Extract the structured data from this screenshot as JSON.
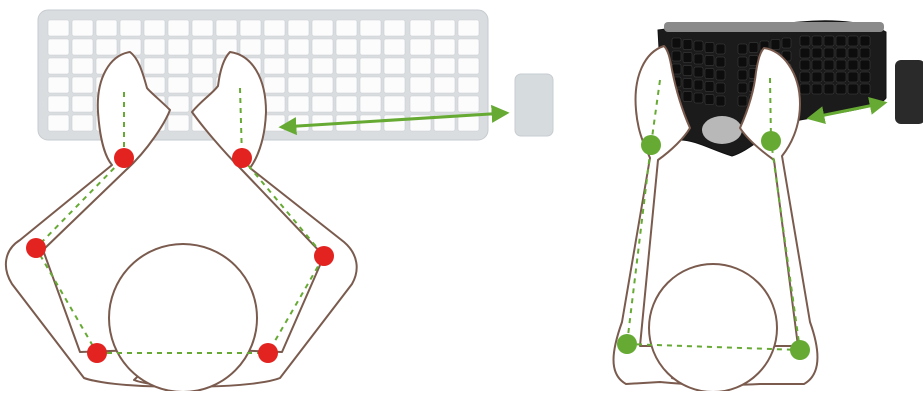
{
  "colors": {
    "outline": "#7a5b4e",
    "dash": "#66aa33",
    "bad_joint": "#e22320",
    "good_joint": "#66aa33",
    "arrow": "#66aa33",
    "keyboard_flat": "#d9dde0",
    "keyboard_key": "#fcfcfc",
    "mouse_light": "#d6dbde",
    "keyboard_ergo": "#1b1b1b",
    "mouse_dark": "#2a2a2a"
  },
  "panels": [
    {
      "name": "standard-keyboard-posture",
      "keyboard": "flat-keyboard",
      "mouse": "mouse-light",
      "joint_state": "bad"
    },
    {
      "name": "ergonomic-keyboard-posture",
      "keyboard": "ergonomic-keyboard",
      "mouse": "mouse-dark",
      "joint_state": "good"
    }
  ]
}
